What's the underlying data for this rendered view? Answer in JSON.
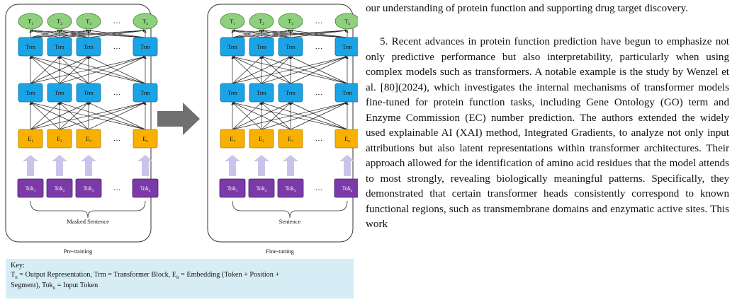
{
  "figure": {
    "panels": [
      {
        "id": "pretrain",
        "caption": "Pre-training",
        "input_label": "Masked Sentence",
        "outputs": [
          "T",
          "T",
          "T",
          "…",
          "T"
        ],
        "output_subs": [
          "1",
          "2",
          "3",
          "",
          "n"
        ],
        "trm_label": "Trm",
        "embeds": [
          "E",
          "E",
          "E",
          "…",
          "E"
        ],
        "embed_subs": [
          "1",
          "2",
          "3",
          "",
          "n"
        ],
        "tokens": [
          "Tok",
          "Tok",
          "Tok",
          "…",
          "Tok"
        ],
        "token_subs": [
          "1",
          "2",
          "3",
          "",
          "n"
        ]
      },
      {
        "id": "finetune",
        "caption": "Fine-tuning",
        "input_label": "Sentence",
        "outputs": [
          "T",
          "T",
          "T",
          "…",
          "T"
        ],
        "output_subs": [
          "1",
          "2",
          "3",
          "",
          "n"
        ],
        "trm_label": "Trm",
        "embeds": [
          "E",
          "E",
          "E",
          "…",
          "E"
        ],
        "embed_subs": [
          "1",
          "2",
          "3",
          "",
          "n"
        ],
        "tokens": [
          "Tok",
          "Tok",
          "Tok",
          "…",
          "Tok"
        ],
        "token_subs": [
          "1",
          "2",
          "3",
          "",
          "n"
        ]
      }
    ],
    "colors": {
      "output_fill": "#8fd07e",
      "trm_fill": "#1aa4e6",
      "embed_fill": "#f8b100",
      "token_fill": "#7b3aa8",
      "arrow_fill": "#c9c5ea",
      "transfer_arrow": "#707070",
      "key_bg": "#d7edf6"
    },
    "key": {
      "title": "Key:",
      "line1_a": "T",
      "line1_a_sub": "n",
      "line1_b": " = Output Representation, Trm = Transformer Block, E",
      "line1_b_sub": "n",
      "line1_c": " = Embedding (Token + Position +",
      "line2_a": "Segment), Tok",
      "line2_a_sub": "n",
      "line2_b": " = Input Token"
    }
  },
  "text": {
    "p1_fragment": "our understanding of protein function and supporting drug target discovery.",
    "p2": "5. Recent advances in protein function prediction have begun to emphasize not only predictive performance but also interpretability, particularly when using complex models such as transformers. A notable example is the study by Wenzel et al. [80](2024), which investigates the internal mechanisms of transformer models fine-tuned for protein function tasks, including Gene Ontology (GO) term and Enzyme Commission (EC) number prediction. The authors extended the widely used explainable AI (XAI) method, Integrated Gradients, to analyze not only input attributions but also latent representations within transformer architectures. Their approach allowed for the identification of amino acid residues that the model attends to most strongly, revealing biologically meaningful patterns. Specifically, they demonstrated that certain transformer heads consistently correspond to known functional regions, such as transmembrane domains and enzymatic active sites. This work"
  }
}
